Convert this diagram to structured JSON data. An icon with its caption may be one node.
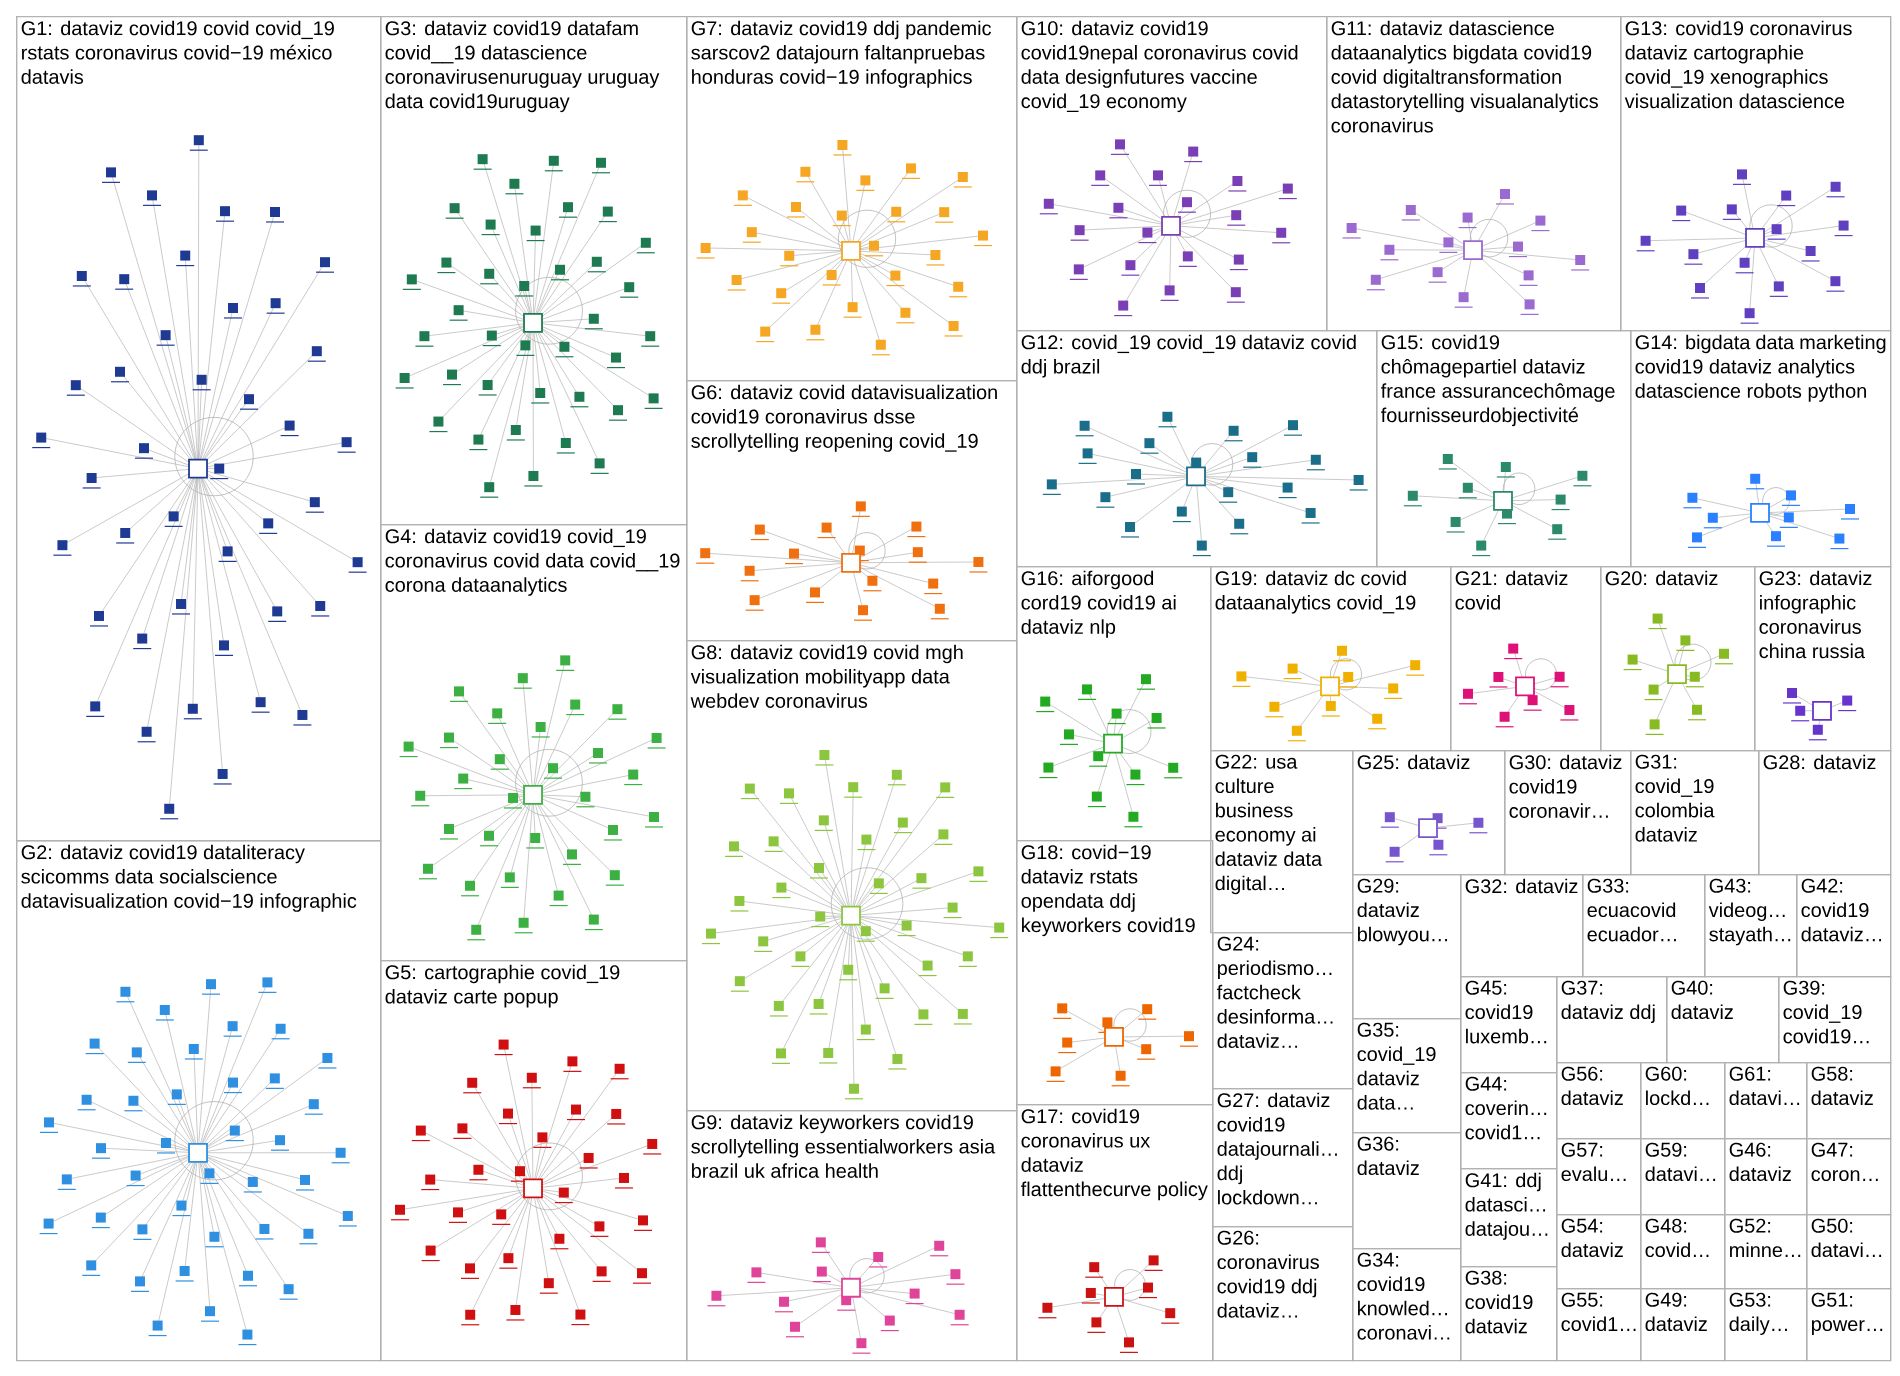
{
  "diagram": {
    "nodes": [
      {
        "text": [
          "G1: dataviz covid19 covid covid_19 rstats coronavirus covid−19 méxico datavis"
        ]
      },
      {
        "text": [
          "G2: dataviz covid19 dataliteracy scicomms data socialscience datavisualization covid−19 infographic"
        ]
      },
      {
        "text": [
          "G3: dataviz covid19 datafam covid__19 datascience coronavirusenuruguay uruguay data covid19uruguay"
        ]
      },
      {
        "text": [
          "G4: dataviz covid19 covid_19 coronavirus covid data covid__19 corona dataanalytics"
        ]
      },
      {
        "text": [
          "G5: cartographie covid_19 dataviz carte popup"
        ]
      },
      {
        "text": [
          "G6: dataviz covid datavisualization covid19 coronavirus dsse scrollytelling reopening covid_19"
        ]
      },
      {
        "text": [
          "G7: dataviz covid19 ddj pandemic sarscov2 datajourn faltanpruebas honduras covid−19 infographics"
        ]
      },
      {
        "text": [
          "G8: dataviz covid19 covid mgh visualization mobilityapp data webdev coronavirus"
        ]
      },
      {
        "text": [
          "G9: dataviz keyworkers covid19 scrollytelling essentialworkers asia brazil uk africa health"
        ]
      },
      {
        "text": [
          "G10: dataviz covid19 covid19nepal coronavirus covid data designfutures vaccine covid_19 economy"
        ]
      },
      {
        "text": [
          "G11: dataviz datascience dataanalytics bigdata covid19 covid digitaltransformation datastorytelling visualanalytics coronavirus"
        ]
      },
      {
        "text": [
          "G12: covid_19 covid_19 dataviz covid ddj brazil"
        ]
      },
      {
        "text": [
          "G13: covid19 coronavirus dataviz cartographie covid_19 xenographics visualization datascience"
        ]
      },
      {
        "text": [
          "G14: bigdata data marketing covid19 dataviz analytics datascience robots python"
        ]
      },
      {
        "text": [
          "G15: covid19 chômagepartiel dataviz france assurancechômage fournisseurdobjectivité"
        ]
      },
      {
        "text": [
          "G16: aiforgood cord19 covid19 ai dataviz nlp"
        ]
      },
      {
        "text": [
          "G17: covid19 coronavirus ux dataviz flattenthecurve policy"
        ]
      },
      {
        "text": [
          "G18: covid−19 dataviz rstats opendata ddj keyworkers covid19"
        ]
      },
      {
        "text": [
          "G19: dataviz dc covid dataanalytics covid_19"
        ]
      },
      {
        "text": [
          "G20: dataviz"
        ]
      },
      {
        "text": [
          "G21: dataviz covid"
        ]
      },
      {
        "text": [
          "G22: usa culture business economy ai dataviz data digital…"
        ]
      },
      {
        "text": [
          "G23: dataviz infographic coronavirus china russia"
        ]
      },
      {
        "text": [
          "G24: periodismo… factcheck desinforma… dataviz…"
        ]
      },
      {
        "text": [
          "G25: dataviz"
        ]
      },
      {
        "text": [
          "G26: coronavirus covid19 ddj dataviz…"
        ]
      },
      {
        "text": [
          "G27: dataviz covid19 datajournali… ddj lockdown…"
        ]
      },
      {
        "text": [
          "G28: dataviz"
        ]
      },
      {
        "text": [
          "G29: dataviz blowyou…"
        ]
      },
      {
        "text": [
          "G30: dataviz covid19 coronavir…"
        ]
      },
      {
        "text": [
          "G31: covid_19 colombia dataviz"
        ]
      },
      {
        "text": [
          "G32: dataviz"
        ]
      },
      {
        "text": [
          "G33: ecuacovid ecuador…"
        ]
      },
      {
        "text": [
          "G34: covid19 knowled… coronavi…"
        ]
      },
      {
        "text": [
          "G35: covid_19 dataviz data…"
        ]
      },
      {
        "text": [
          "G36: dataviz"
        ]
      },
      {
        "text": [
          "G37: dataviz ddj"
        ]
      },
      {
        "text": [
          "G38: covid19 dataviz"
        ]
      },
      {
        "text": [
          "G39: covid_19 covid19…"
        ]
      },
      {
        "text": [
          "G40: dataviz"
        ]
      },
      {
        "text": [
          "G41: ddj datasci… datajou…"
        ]
      },
      {
        "text": [
          "G42: covid19 dataviz…"
        ]
      },
      {
        "text": [
          "G43: videog… stayath…"
        ]
      },
      {
        "text": [
          "G44: coverin… covid1…"
        ]
      },
      {
        "text": [
          "G45: covid19 luxemb…"
        ]
      },
      {
        "text": [
          "G46: dataviz"
        ]
      },
      {
        "text": [
          "G47: coron…"
        ]
      },
      {
        "text": [
          "G48: covid…"
        ]
      },
      {
        "text": [
          "G49: dataviz"
        ]
      },
      {
        "text": [
          "G50: datavi…"
        ]
      },
      {
        "text": [
          "G51: power…"
        ]
      },
      {
        "text": [
          "G52: minne…"
        ]
      },
      {
        "text": [
          "G53: daily…"
        ]
      },
      {
        "text": [
          "G54: dataviz"
        ]
      },
      {
        "text": [
          "G55: covid1…"
        ]
      },
      {
        "text": [
          "G56: dataviz"
        ]
      },
      {
        "text": [
          "G57: evalu…"
        ]
      },
      {
        "text": [
          "G58: dataviz"
        ]
      },
      {
        "text": [
          "G59: datavi…"
        ]
      },
      {
        "text": [
          "G60: lockd…"
        ]
      },
      {
        "text": [
          "G61: datavi…"
        ]
      }
    ]
  }
}
